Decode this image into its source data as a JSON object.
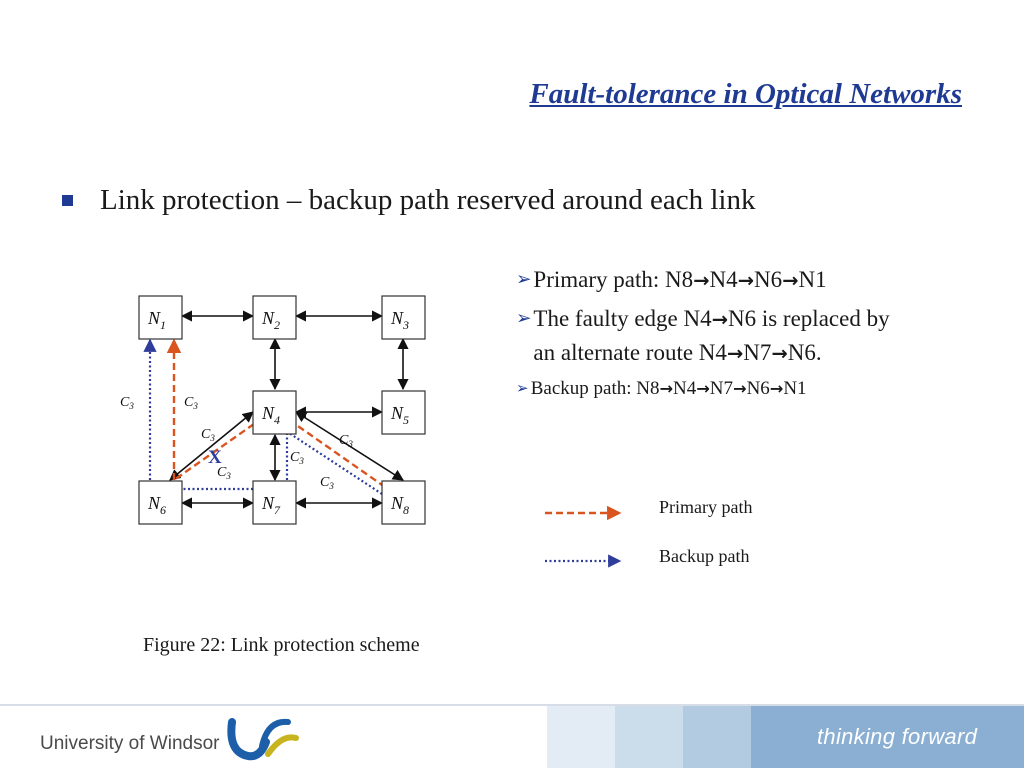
{
  "slide": {
    "title": "Fault-tolerance in Optical Networks",
    "bullet": "Link protection – backup path reserved around each link"
  },
  "notes": {
    "note1_label": "Primary path: N8",
    "note1_hops": [
      "N4",
      "N6",
      "N1"
    ],
    "note2_line1": "The faulty edge N4",
    "note2_line1_end": "N6 is replaced by",
    "note2_line2": "an alternate route N4",
    "note2_hops": [
      "N7",
      "N6."
    ],
    "note3_label": "Backup path: N8",
    "note3_hops": [
      "N4",
      "N7",
      "N6",
      "N1"
    ],
    "arrow": "→",
    "marker": "➢"
  },
  "diagram": {
    "nodes": [
      {
        "letter": "N",
        "sub": "1"
      },
      {
        "letter": "N",
        "sub": "2"
      },
      {
        "letter": "N",
        "sub": "3"
      },
      {
        "letter": "N",
        "sub": "4"
      },
      {
        "letter": "N",
        "sub": "5"
      },
      {
        "letter": "N",
        "sub": "6"
      },
      {
        "letter": "N",
        "sub": "7"
      },
      {
        "letter": "N",
        "sub": "8"
      }
    ],
    "edge_label": {
      "letter": "C",
      "sub": "3"
    },
    "fault_mark": "X",
    "colors": {
      "primary": "#d9541e",
      "backup": "#2e3c9c",
      "fault": "#2e3c9c",
      "node_border": "#333333"
    }
  },
  "caption": "Figure 22: Link protection scheme",
  "legend": {
    "primary": "Primary path",
    "backup": "Backup path"
  },
  "footer": {
    "university": "University of Windsor",
    "tagline": "thinking forward",
    "colors": {
      "logo_blue": "#1c5fa8",
      "logo_yellow": "#c8b41e",
      "panel": "#8bafd2",
      "panel_light": "#d8e6f1"
    }
  }
}
